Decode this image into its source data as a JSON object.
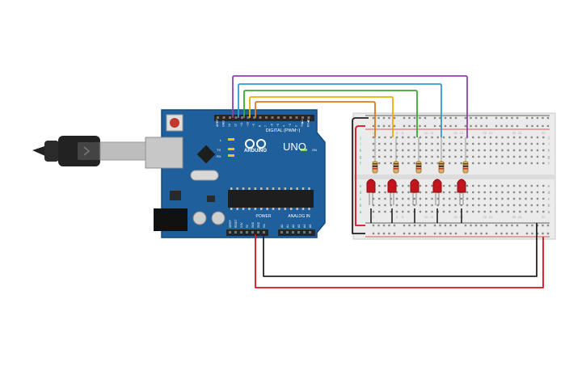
{
  "board": {
    "brand": "ARDUINO",
    "model": "UNO",
    "digital_label": "DIGITAL (PWM~)",
    "power_label": "POWER",
    "analog_label": "ANALOG IN",
    "on_label": "ON",
    "l_label": "L",
    "tx_label": "TX",
    "rx_label": "RX",
    "digital_pins": [
      "AREF",
      "GND",
      "13",
      "12",
      "~11",
      "~10",
      "~9",
      "8",
      "7",
      "~6",
      "~5",
      "4",
      "~3",
      "2",
      "TX▶1",
      "RX◀0"
    ],
    "power_pins": [
      "IOREF",
      "RESET",
      "3.3V",
      "5V",
      "GND",
      "GND",
      "Vin"
    ],
    "analog_pins": [
      "A0",
      "A1",
      "A2",
      "A3",
      "A4",
      "A5"
    ]
  },
  "breadboard": {
    "row_letters_top": [
      "j",
      "i",
      "h",
      "g",
      "f"
    ],
    "row_letters_bottom": [
      "e",
      "d",
      "c",
      "b",
      "a"
    ],
    "column_count": 30
  },
  "leds": {
    "count": 5,
    "color": "#c0161c"
  },
  "wire_colors": {
    "purple": "#8e44ad",
    "blue": "#2e9bd6",
    "green": "#3aa832",
    "yellow": "#e8b100",
    "orange": "#e07b19",
    "red": "#d9121a",
    "black": "#222222"
  },
  "colors": {
    "board_blue": "#1f5f9b",
    "board_dark": "#174a7a",
    "header_black": "#262626",
    "breadboard_body": "#ebebeb",
    "rail_red": "#d22",
    "rail_black": "#333"
  }
}
